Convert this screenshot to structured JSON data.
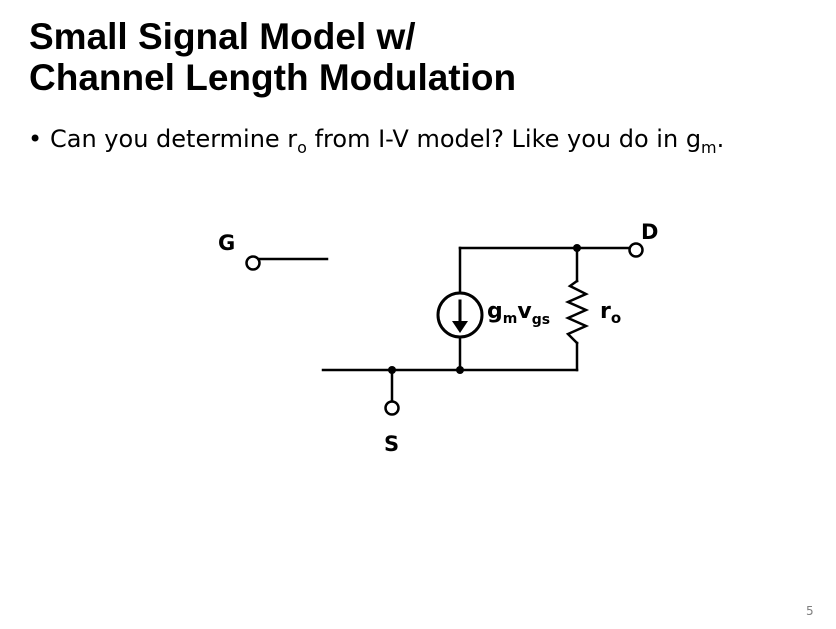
{
  "slide": {
    "title_line1": "Small Signal Model w/",
    "title_line2": "Channel Length Modulation",
    "bullet": {
      "text_before": "Can you determine r",
      "sub1": "o",
      "text_middle": " from I-V model? Like you do in g",
      "sub2": "m",
      "text_end": "."
    },
    "page_number": "5"
  },
  "circuit": {
    "gate_label": "G",
    "drain_label": "D",
    "source_label": "S",
    "current_source_label_main": "g",
    "current_source_label_sub1": "m",
    "current_source_label_main2": "v",
    "current_source_label_sub2": "gs",
    "resistor_label_main": "r",
    "resistor_label_sub": "o"
  }
}
